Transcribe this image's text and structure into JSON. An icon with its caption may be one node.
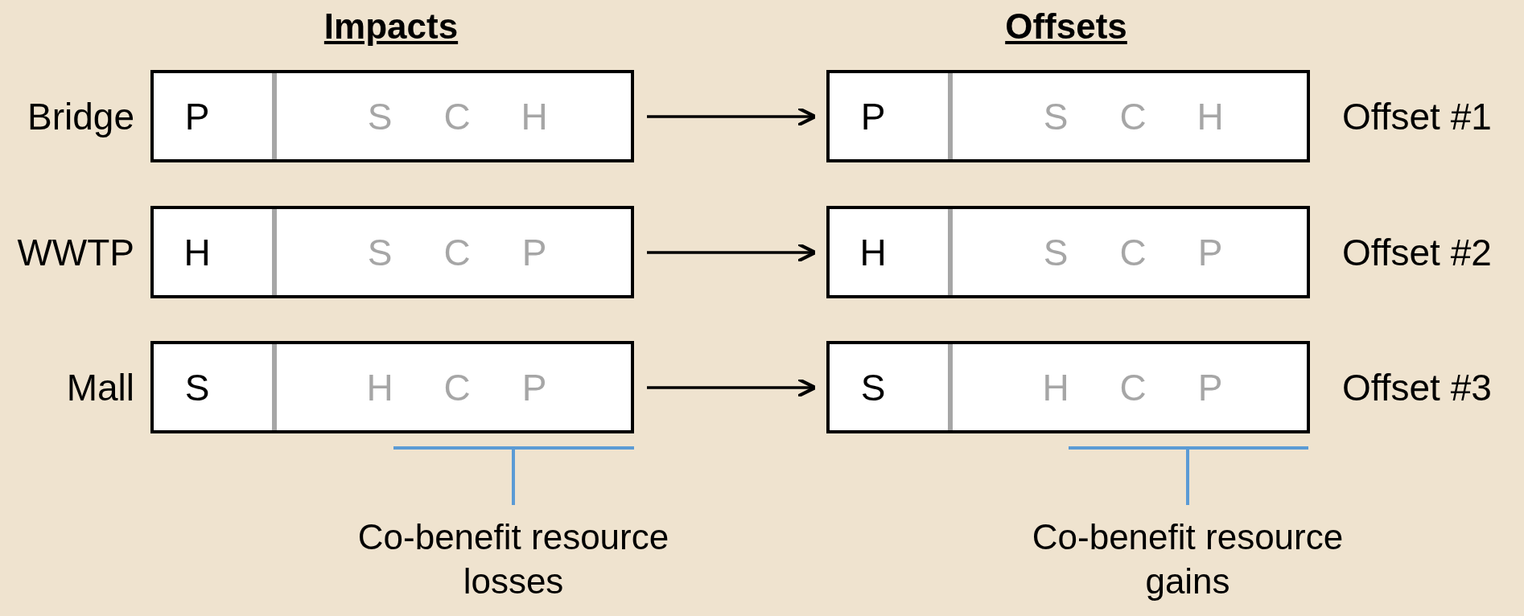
{
  "diagram": {
    "nodes": [
      {
        "text": [
          "P",
          "S",
          "C",
          "H"
        ],
        "beside": [
          "Bridge"
        ]
      },
      {
        "text": [
          "P",
          "S",
          "C",
          "H"
        ],
        "beside": [
          "Offset #1"
        ]
      },
      {
        "text": [
          "H",
          "S",
          "C",
          "P"
        ],
        "beside": [
          "WWTP"
        ]
      },
      {
        "text": [
          "H",
          "S",
          "C",
          "P"
        ],
        "beside": [
          "Offset #2"
        ]
      },
      {
        "text": [
          "S",
          "H",
          "C",
          "P"
        ],
        "beside": [
          "Mall"
        ]
      },
      {
        "text": [
          "S",
          "H",
          "C",
          "P"
        ],
        "beside": [
          "Offset #3"
        ]
      }
    ],
    "edges": [
      {
        "from": 0,
        "to": 1,
        "arrow": "to"
      },
      {
        "from": 2,
        "to": 3,
        "arrow": "to"
      },
      {
        "from": 4,
        "to": 5,
        "arrow": "to"
      }
    ],
    "labels": [
      "Impacts",
      "Offsets",
      "Co-benefit resource losses",
      "Co-benefit resource gains"
    ]
  }
}
